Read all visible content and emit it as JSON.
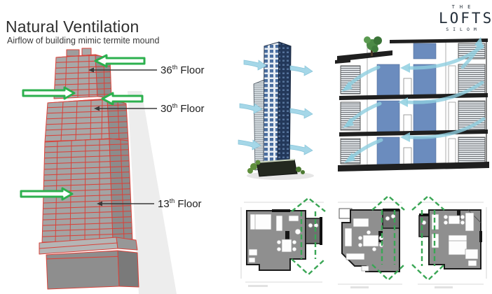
{
  "slide": {
    "title": "Natural Ventilation",
    "subtitle": "Airflow of building mimic termite mound"
  },
  "logo": {
    "line1": "THE",
    "line2": "LOFTS",
    "line3": "SILOM"
  },
  "left_diagram": {
    "description": "wireframe tower model with airflow intake arrows",
    "caption_labels": [
      {
        "number": "36",
        "ordinal": "th",
        "word": "Floor"
      },
      {
        "number": "30",
        "ordinal": "th",
        "word": "Floor"
      },
      {
        "number": "13",
        "ordinal": "th",
        "word": "Floor"
      }
    ]
  },
  "colors": {
    "accent_green": "#2cb04e",
    "dashed_green": "#3aa655",
    "airflow_blue": "#a5d7e8",
    "wireframe_red": "#d8423a",
    "glass_blue": "#5b80b8",
    "logo_navy": "#242f3a",
    "text": "#2f2f2f"
  }
}
